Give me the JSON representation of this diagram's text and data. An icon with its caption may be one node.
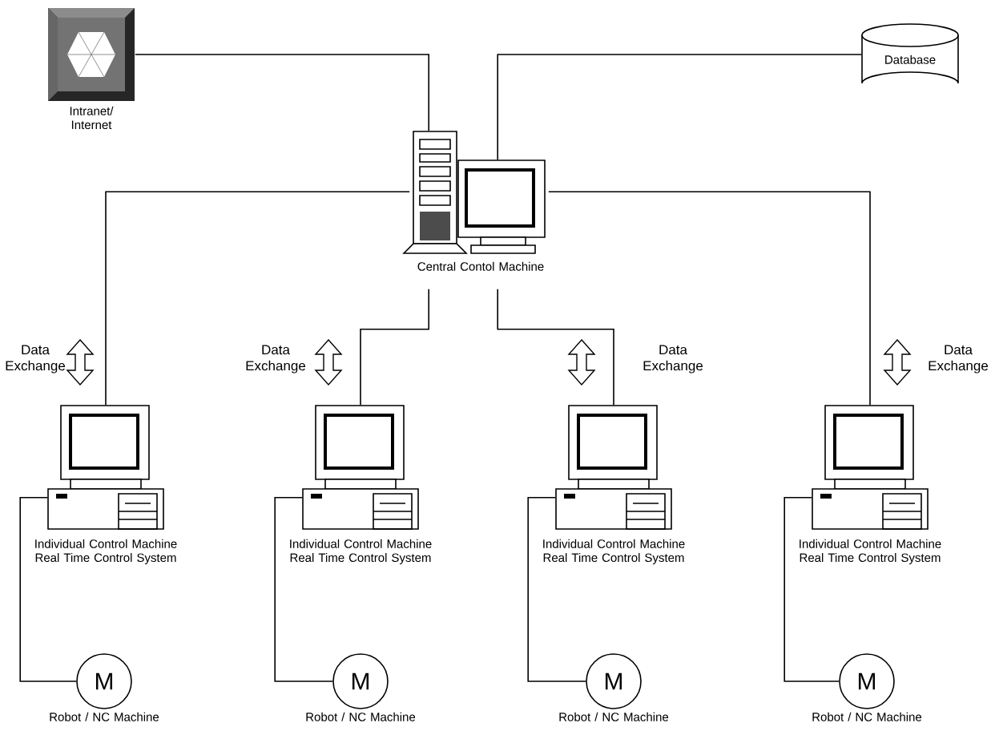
{
  "diagram": {
    "nodes": [
      {
        "text": [
          "Intranet/ Internet"
        ]
      },
      {
        "text": [
          "Database"
        ]
      },
      {
        "text": [
          "Central Contol Machine"
        ]
      },
      {
        "text": [
          "Individual Control Machine Real Time Control System"
        ]
      },
      {
        "text": [
          "Individual Control Machine Real Time Control System"
        ]
      },
      {
        "text": [
          "Individual Control Machine Real Time Control System"
        ]
      },
      {
        "text": [
          "Individual Control Machine Real Time Control System"
        ]
      },
      {
        "text": [
          "M"
        ],
        "beside": [
          "Robot / NC Machine"
        ]
      },
      {
        "text": [
          "M"
        ],
        "beside": [
          "Robot / NC Machine"
        ]
      },
      {
        "text": [
          "M"
        ],
        "beside": [
          "Robot / NC Machine"
        ]
      },
      {
        "text": [
          "M"
        ],
        "beside": [
          "Robot / NC Machine"
        ]
      }
    ],
    "edges": [
      {
        "from": 0,
        "to": 2,
        "arrow": "none"
      },
      {
        "from": 1,
        "to": 2,
        "arrow": "none"
      },
      {
        "from": 2,
        "to": 3,
        "arrow": "none"
      },
      {
        "from": 2,
        "to": 4,
        "arrow": "none"
      },
      {
        "from": 2,
        "to": 5,
        "arrow": "none"
      },
      {
        "from": 2,
        "to": 6,
        "arrow": "none"
      },
      {
        "from": 3,
        "to": 7,
        "arrow": "none"
      },
      {
        "from": 4,
        "to": 8,
        "arrow": "none"
      },
      {
        "from": 5,
        "to": 9,
        "arrow": "none"
      },
      {
        "from": 6,
        "to": 10,
        "arrow": "none"
      }
    ],
    "labels": [
      "Data Exchange",
      "Data Exchange",
      "Data Exchange",
      "Data Exchange"
    ]
  }
}
